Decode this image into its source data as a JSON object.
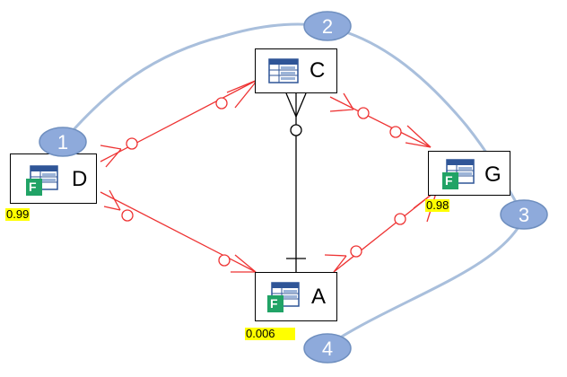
{
  "nodes": {
    "c": {
      "label": "C",
      "icon": "table-icon",
      "has_form_badge": false
    },
    "d": {
      "label": "D",
      "icon": "table-form-icon",
      "has_form_badge": true
    },
    "g": {
      "label": "G",
      "icon": "table-form-icon",
      "has_form_badge": true
    },
    "a": {
      "label": "A",
      "icon": "table-form-icon",
      "has_form_badge": true
    }
  },
  "scores": {
    "d": "0.99",
    "g": "0.98",
    "a": "0.006"
  },
  "markers": [
    "1",
    "2",
    "3",
    "4"
  ],
  "badge_letter": "F",
  "colors": {
    "relationship_red": "#ee3333",
    "path_blue": "#a9bfdc",
    "marker_fill": "#8eaadb",
    "marker_stroke": "#6f8fbf",
    "score_highlight": "#ffff00",
    "icon_blue": "#2f5597",
    "badge_green": "#21a366"
  }
}
